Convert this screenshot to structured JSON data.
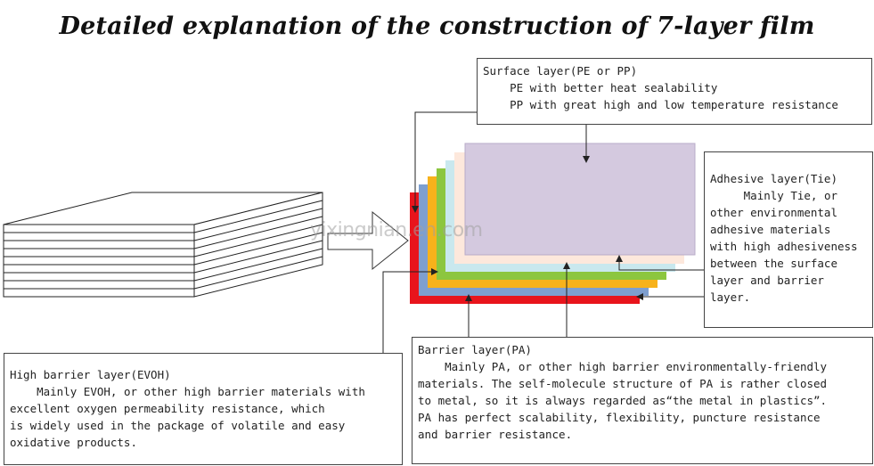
{
  "title": "Detailed explanation of the construction of 7-layer film",
  "watermark": "yixingnian.en.com",
  "layer_colors": [
    "#e8141c",
    "#7e9fcf",
    "#f7b21b",
    "#8cc63f",
    "#c9e8ee",
    "#fde8dc",
    "#d4c9df"
  ],
  "callouts": {
    "surface": {
      "heading": "Surface layer(PE or PP)",
      "lines": [
        "    PE with better heat sealability",
        "    PP with great high and low temperature resistance"
      ]
    },
    "adhesive": {
      "heading": "Adhesive layer(Tie)",
      "lines": [
        "     Mainly Tie, or",
        "other environmental",
        "adhesive materials",
        "with high adhesiveness",
        "between the surface",
        "layer and barrier",
        "layer."
      ]
    },
    "evoh": {
      "heading": "High barrier layer(EVOH)",
      "lines": [
        "    Mainly EVOH, or other high barrier materials with",
        "excellent oxygen permeability resistance, which",
        "is widely used in the package of volatile and easy",
        "oxidative products."
      ]
    },
    "barrier": {
      "heading": "Barrier layer(PA)",
      "lines": [
        "    Mainly PA, or other high barrier environmentally-friendly",
        "materials. The self-molecule structure of PA is rather closed",
        "to metal, so it is always regarded as“the metal in plastics”.",
        "PA has perfect scalability, flexibility, puncture resistance",
        "and barrier resistance."
      ]
    }
  }
}
